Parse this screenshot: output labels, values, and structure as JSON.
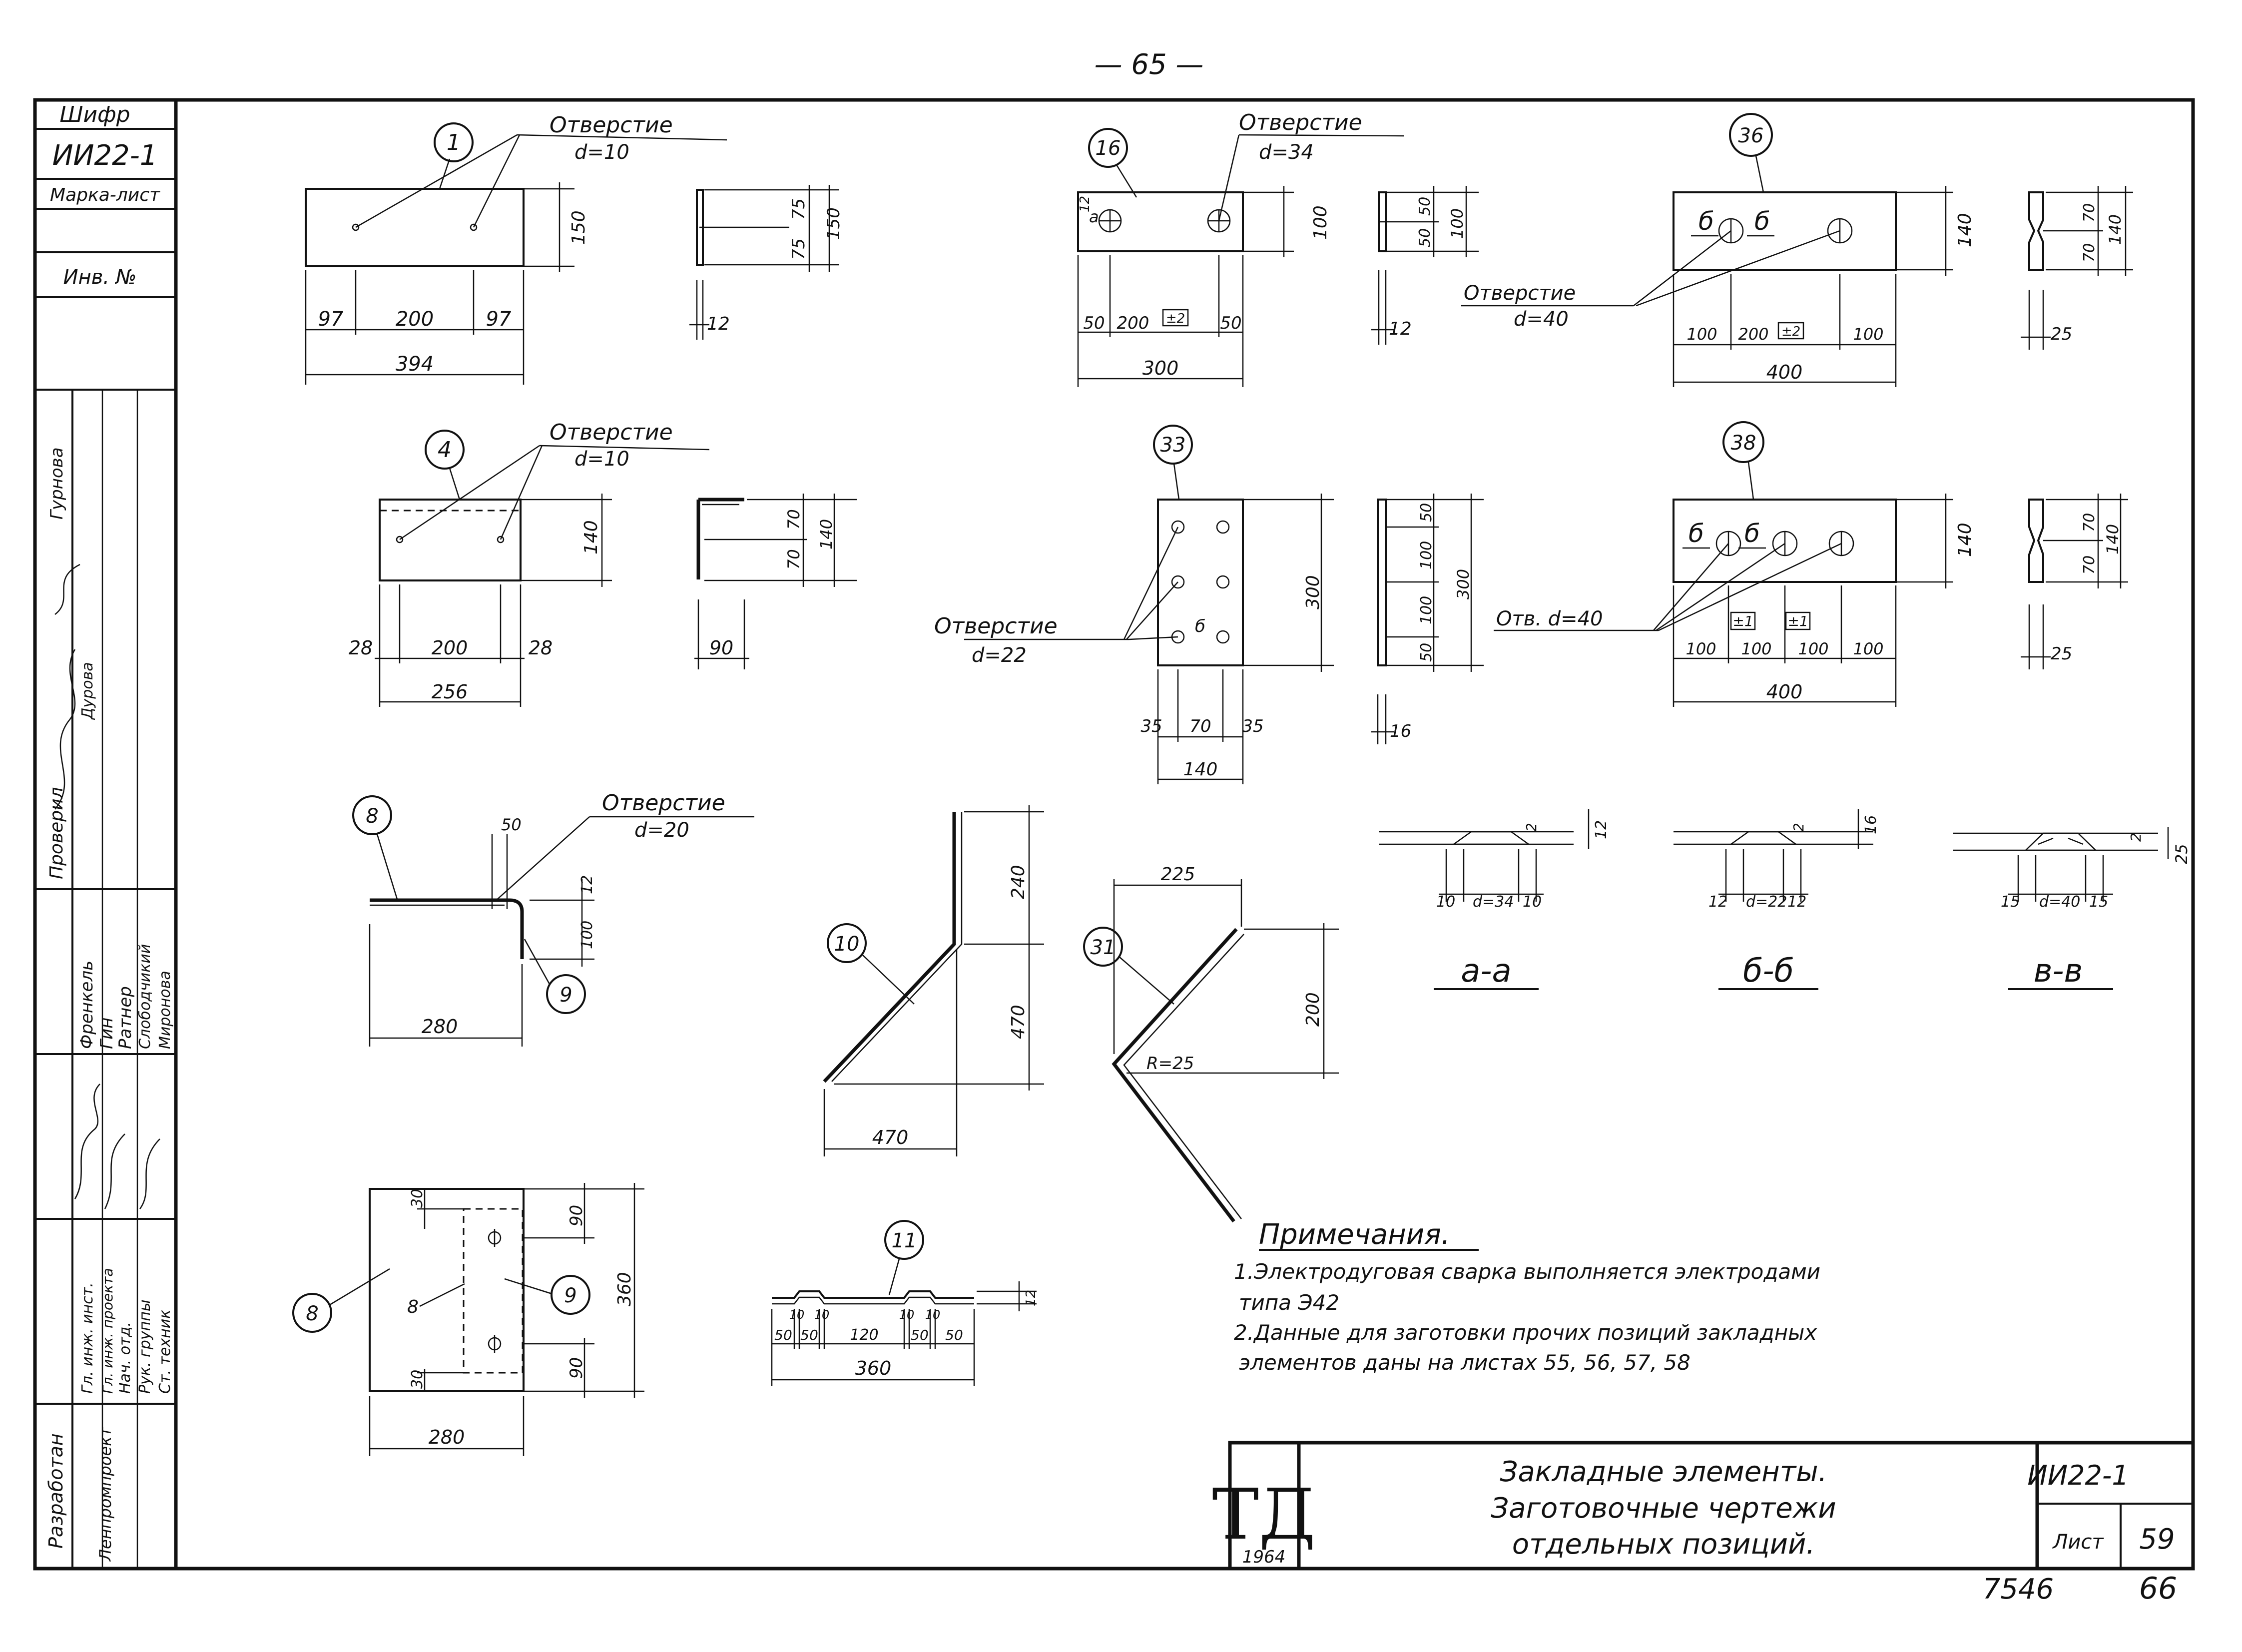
{
  "page_number": "— 65 —",
  "side_stamp": {
    "cipher_label": "Шифр",
    "cipher_value": "ИИ22-1",
    "mark_sheet_label": "Марка-лист",
    "inv_label": "Инв. №",
    "roles": [
      "Разработан",
      "Гл. инж. инст.",
      "Гл. инж. проекта",
      "Нач. отд.",
      "Рук. группы",
      "Ст. техник",
      "Проверил"
    ],
    "names": [
      "Френкель",
      "Гин",
      "Ратнер",
      "Слободчикий",
      "Миронова",
      "Гурнова",
      "Дурова"
    ],
    "org": "Ленпромпроект"
  },
  "pos1": {
    "mark": "1",
    "hole_label": "Отверстие",
    "hole_dia": "d=10",
    "dims": {
      "h": "150",
      "left": "97",
      "mid": "200",
      "right": "97",
      "total": "394",
      "side_a": "75",
      "side_b": "75",
      "side_h": "150",
      "thk": "12"
    }
  },
  "pos16": {
    "mark": "16",
    "hole_label": "Отверстие",
    "hole_dia": "d=34",
    "inner_tag_a": "a",
    "inner_tag_b": "12",
    "dims": {
      "h": "100",
      "a": "50",
      "b": "200",
      "c": "50",
      "tag": "±2",
      "total": "300",
      "side_a": "50",
      "side_b": "50",
      "side_h": "100",
      "thk": "12"
    }
  },
  "pos36": {
    "mark": "36",
    "hole_label": "Отверстие",
    "hole_dia": "d=40",
    "tag_b1": "б",
    "tag_b2": "б",
    "dims": {
      "h": "140",
      "a": "100",
      "b": "200",
      "c": "100",
      "tag": "±2",
      "total": "400",
      "side_a": "70",
      "side_b": "70",
      "side_h": "140",
      "thk": "25"
    }
  },
  "pos4": {
    "mark": "4",
    "hole_label": "Отверстие",
    "hole_dia": "d=10",
    "dims": {
      "h": "140",
      "a": "28",
      "b": "200",
      "c": "28",
      "total": "256",
      "side_a": "70",
      "side_b": "70",
      "side_h": "140",
      "leg": "90"
    }
  },
  "pos33": {
    "mark": "33",
    "hole_label": "Отверстие",
    "hole_dia": "d=22",
    "tag": "б",
    "dims": {
      "h": "300",
      "a": "35",
      "b": "70",
      "c": "35",
      "total": "140",
      "side_a": "50",
      "side_b": "100",
      "side_c": "100",
      "side_d": "50",
      "side_h": "300",
      "thk": "16"
    }
  },
  "pos38": {
    "mark": "38",
    "hole_label": "Отв. d=40",
    "tag_b1": "б",
    "tag_b2": "б",
    "dims": {
      "h": "140",
      "a": "100",
      "b": "100",
      "c": "100",
      "d": "100",
      "tag1": "±1",
      "tag2": "±1",
      "total": "400",
      "side_a": "70",
      "side_b": "70",
      "side_h": "140",
      "thk": "25"
    }
  },
  "pos8_bent": {
    "mark_a": "8",
    "mark_b": "9",
    "hole_label": "Отверстие",
    "hole_dia": "d=20",
    "dims": {
      "a": "50",
      "b": "12",
      "c": "100",
      "total": "280"
    }
  },
  "pos10": {
    "mark": "10",
    "dims": {
      "top": "240",
      "mid": "470",
      "bottom": "470"
    }
  },
  "pos31": {
    "mark": "31",
    "dims": {
      "top": "225",
      "h": "200",
      "radius": "R=25"
    }
  },
  "sections": [
    {
      "name": "а-а",
      "dims": [
        "10",
        "d=34",
        "10"
      ],
      "depth": "2",
      "thk": "12"
    },
    {
      "name": "б-б",
      "dims": [
        "12",
        "d=22",
        "12"
      ],
      "depth": "2",
      "thk": "16"
    },
    {
      "name": "в-в",
      "dims": [
        "15",
        "d=40",
        "15"
      ],
      "depth": "2",
      "thk": "25"
    }
  ],
  "plate8": {
    "mark_plate": "8",
    "mark_inner": "8",
    "mark_insert": "9",
    "dims": {
      "t1": "30",
      "t2": "90",
      "t3": "90",
      "t4": "30",
      "h": "360",
      "w": "280"
    }
  },
  "pos11": {
    "mark": "11",
    "dims": {
      "a": "50",
      "b": "10",
      "c": "50",
      "d": "10",
      "e": "120",
      "f": "10",
      "g": "50",
      "h": "10",
      "i": "50",
      "total": "360",
      "thk": "12"
    }
  },
  "notes": {
    "title": "Примечания.",
    "line1": "1.Электродуговая сварка выполняется электродами",
    "line2": "типа Э42",
    "line3": "2.Данные для заготовки прочих позиций закладных",
    "line4": "элементов даны на листах 55, 56, 57, 58"
  },
  "title_block": {
    "logo": "ТД",
    "year": "1964",
    "title1": "Закладные элементы.",
    "title2": "Заготовочные чертежи",
    "title3": "отдельных позиций.",
    "code": "ИИ22-1",
    "sheet_label": "Лист",
    "sheet_no": "59"
  },
  "footer": {
    "left": "7546",
    "right": "66"
  }
}
